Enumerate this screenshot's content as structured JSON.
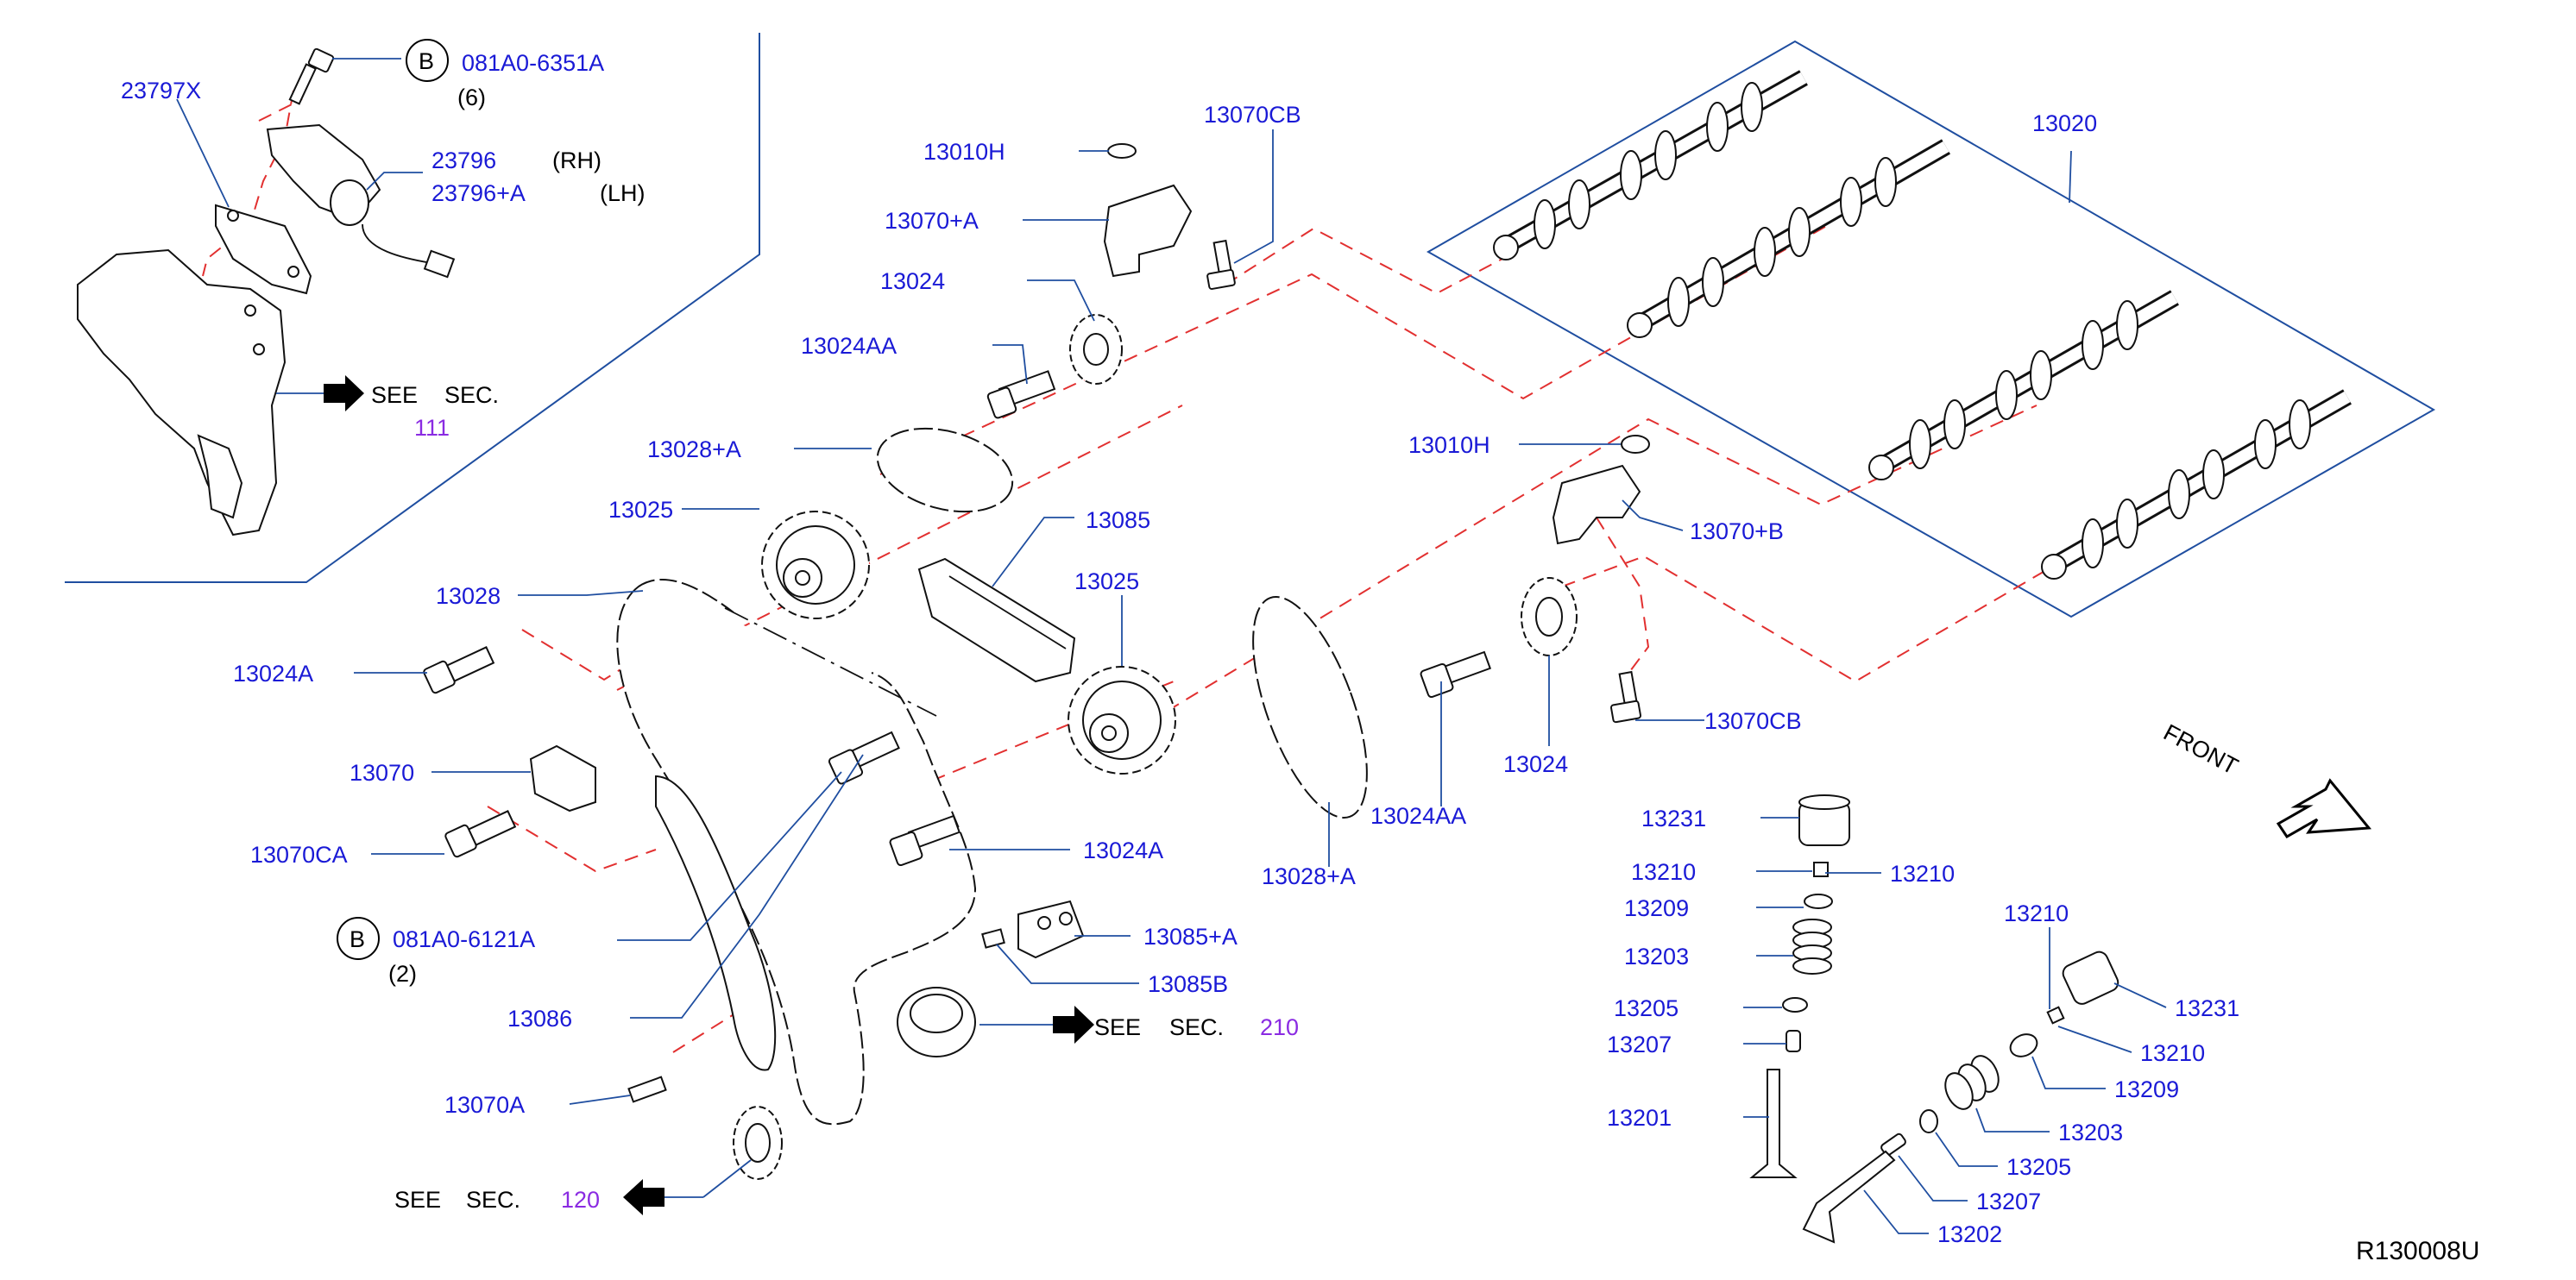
{
  "diagram_id": "R130008U",
  "labels": {
    "p23797X": "23797X",
    "pB1": "081A0-6351A",
    "qB1": "(6)",
    "p23796": "23796",
    "rh": "(RH)",
    "p23796A": "23796+A",
    "lh": "(LH)",
    "see1": "SEE",
    "sec1": "SEC.",
    "num1": "111",
    "p13010H_top": "13010H",
    "p13070CB_top": "13070CB",
    "p13070A_top": "13070+A",
    "p13024_top": "13024",
    "p13024AA_top": "13024AA",
    "p13028A_top": "13028+A",
    "p13025_left": "13025",
    "p13028": "13028",
    "p13085": "13085",
    "p13025_mid": "13025",
    "p13024A_left": "13024A",
    "p13070": "13070",
    "p13070CA": "13070CA",
    "pB2": "081A0-6121A",
    "qB2": "(2)",
    "p13086": "13086",
    "p13070A": "13070A",
    "see3": "SEE",
    "sec3": "SEC.",
    "num3": "120",
    "p13024A_mid": "13024A",
    "p13085A": "13085+A",
    "p13085B": "13085B",
    "see2": "SEE",
    "sec2": "SEC.",
    "num2": "210",
    "p13028A_right": "13028+A",
    "p13024AA_right": "13024AA",
    "p13024_right": "13024",
    "p13010H_right": "13010H",
    "p13070B": "13070+B",
    "p13070CB_right": "13070CB",
    "p13020": "13020",
    "front": "FRONT",
    "p13231_a": "13231",
    "p13210_a": "13210",
    "p13210_b": "13210",
    "p13209_a": "13209",
    "p13203_a": "13203",
    "p13205_a": "13205",
    "p13207_a": "13207",
    "p13201": "13201",
    "p13210_c": "13210",
    "p13231_b": "13231",
    "p13210_d": "13210",
    "p13209_b": "13209",
    "p13203_b": "13203",
    "p13205_b": "13205",
    "p13207_b": "13207",
    "p13202": "13202",
    "circB": "B"
  }
}
